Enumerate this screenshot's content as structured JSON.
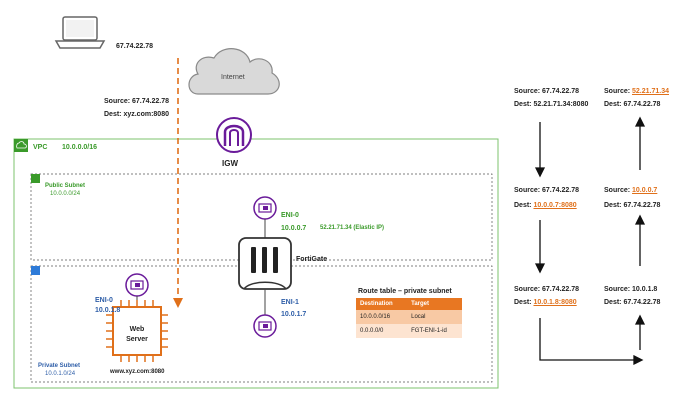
{
  "laptop": {
    "ip": "67.74.22.78"
  },
  "internet": {
    "label": "Internet"
  },
  "request": {
    "source": "Source: 67.74.22.78",
    "dest": "Dest: xyz.com:8080"
  },
  "vpc": {
    "label": "VPC",
    "cidr": "10.0.0.0/16"
  },
  "igw": {
    "label": "IGW"
  },
  "public_subnet": {
    "label": "Public Subnet",
    "cidr": "10.0.0.0/24"
  },
  "private_subnet": {
    "label": "Private Subnet",
    "cidr": "10.0.1.0/24"
  },
  "fortigate": {
    "label": "FortiGate",
    "eni0": {
      "label": "ENI-0",
      "ip": "10.0.0.7",
      "elastic_ip": "52.21.71.34 (Elastic IP)"
    },
    "eni1": {
      "label": "ENI-1",
      "ip": "10.0.1.7"
    }
  },
  "web_server": {
    "label_line1": "Web",
    "label_line2": "Server",
    "domain": "www.xyz.com:8080",
    "eni0": {
      "label": "ENI-0",
      "ip": "10.0.1.8"
    }
  },
  "route_table": {
    "title": "Route table – private subnet",
    "headers": [
      "Destination",
      "Target"
    ],
    "rows": [
      [
        "10.0.0.0/16",
        "Local"
      ],
      [
        "0.0.0.0/0",
        "FGT-ENI-1-id"
      ]
    ]
  },
  "flow": {
    "left": [
      {
        "source_label": "Source:",
        "source": "67.74.22.78",
        "dest_label": "Dest:",
        "dest": "52.21.71.34:8080"
      },
      {
        "source_label": "Source:",
        "source": "67.74.22.78",
        "dest_label": "Dest:",
        "dest": "10.0.0.7:8080"
      },
      {
        "source_label": "Source:",
        "source": "67.74.22.78",
        "dest_label": "Dest:",
        "dest": "10.0.1.8:8080"
      }
    ],
    "right": [
      {
        "source_label": "Source:",
        "source": "52.21.71.34",
        "dest_label": "Dest:",
        "dest": "67.74.22.78"
      },
      {
        "source_label": "Source:",
        "source": "10.0.0.7",
        "dest_label": "Dest:",
        "dest": "67.74.22.78"
      },
      {
        "source_label": "Source:",
        "source": "10.0.1.8",
        "dest_label": "Dest:",
        "dest": "67.74.22.78"
      }
    ]
  },
  "colors": {
    "vpc_border": "#7cc36e",
    "subnet_border": "#555555",
    "orange": "#e0701a",
    "green_text": "#3a9a2a",
    "blue_text": "#2e5ea8"
  }
}
